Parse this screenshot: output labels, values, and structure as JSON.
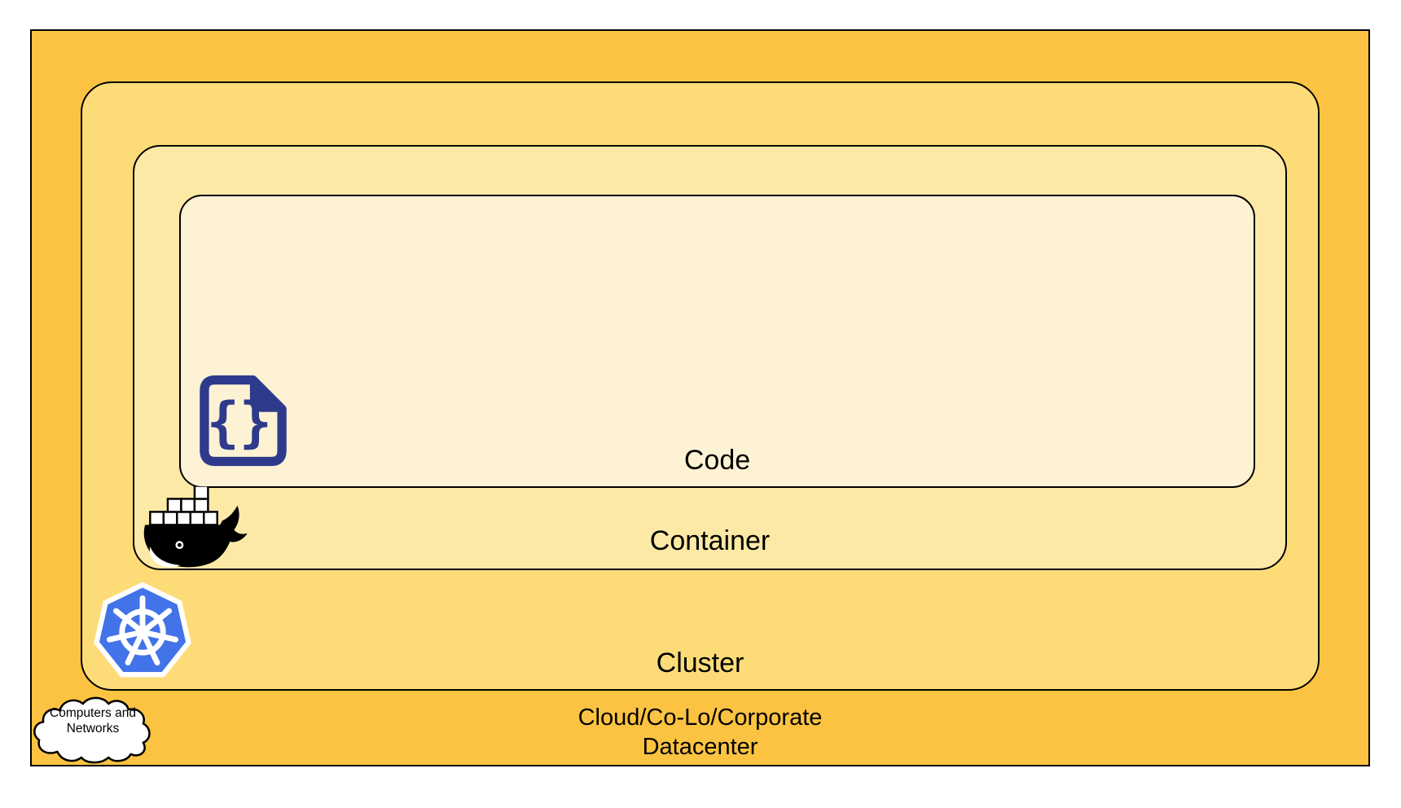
{
  "layers": [
    {
      "id": "code",
      "label": "Code"
    },
    {
      "id": "container",
      "label": "Container"
    },
    {
      "id": "cluster",
      "label": "Cluster"
    },
    {
      "id": "datacenter",
      "label_line1": "Cloud/Co-Lo/Corporate",
      "label_line2": "Datacenter"
    }
  ],
  "cloud_callout": {
    "line1": "Computers and",
    "line2": "Networks"
  },
  "icons": [
    {
      "name": "code-file-icon"
    },
    {
      "name": "docker-whale-icon"
    },
    {
      "name": "kubernetes-icon"
    },
    {
      "name": "cloud-icon"
    }
  ],
  "code_icon_glyph": "{}",
  "colors": {
    "datacenter_fill": "#FBC341",
    "cluster_fill": "#FDDC78",
    "container_fill": "#FDE9A6",
    "code_fill": "#FDF2D4",
    "border": "#000000",
    "text": "#000000",
    "kubernetes_blue": "#4273E8",
    "code_icon_navy": "#2E3A8C",
    "docker_black": "#000000",
    "cloud_fill": "#FFFFFF",
    "page_background": "#FFFFFF"
  }
}
